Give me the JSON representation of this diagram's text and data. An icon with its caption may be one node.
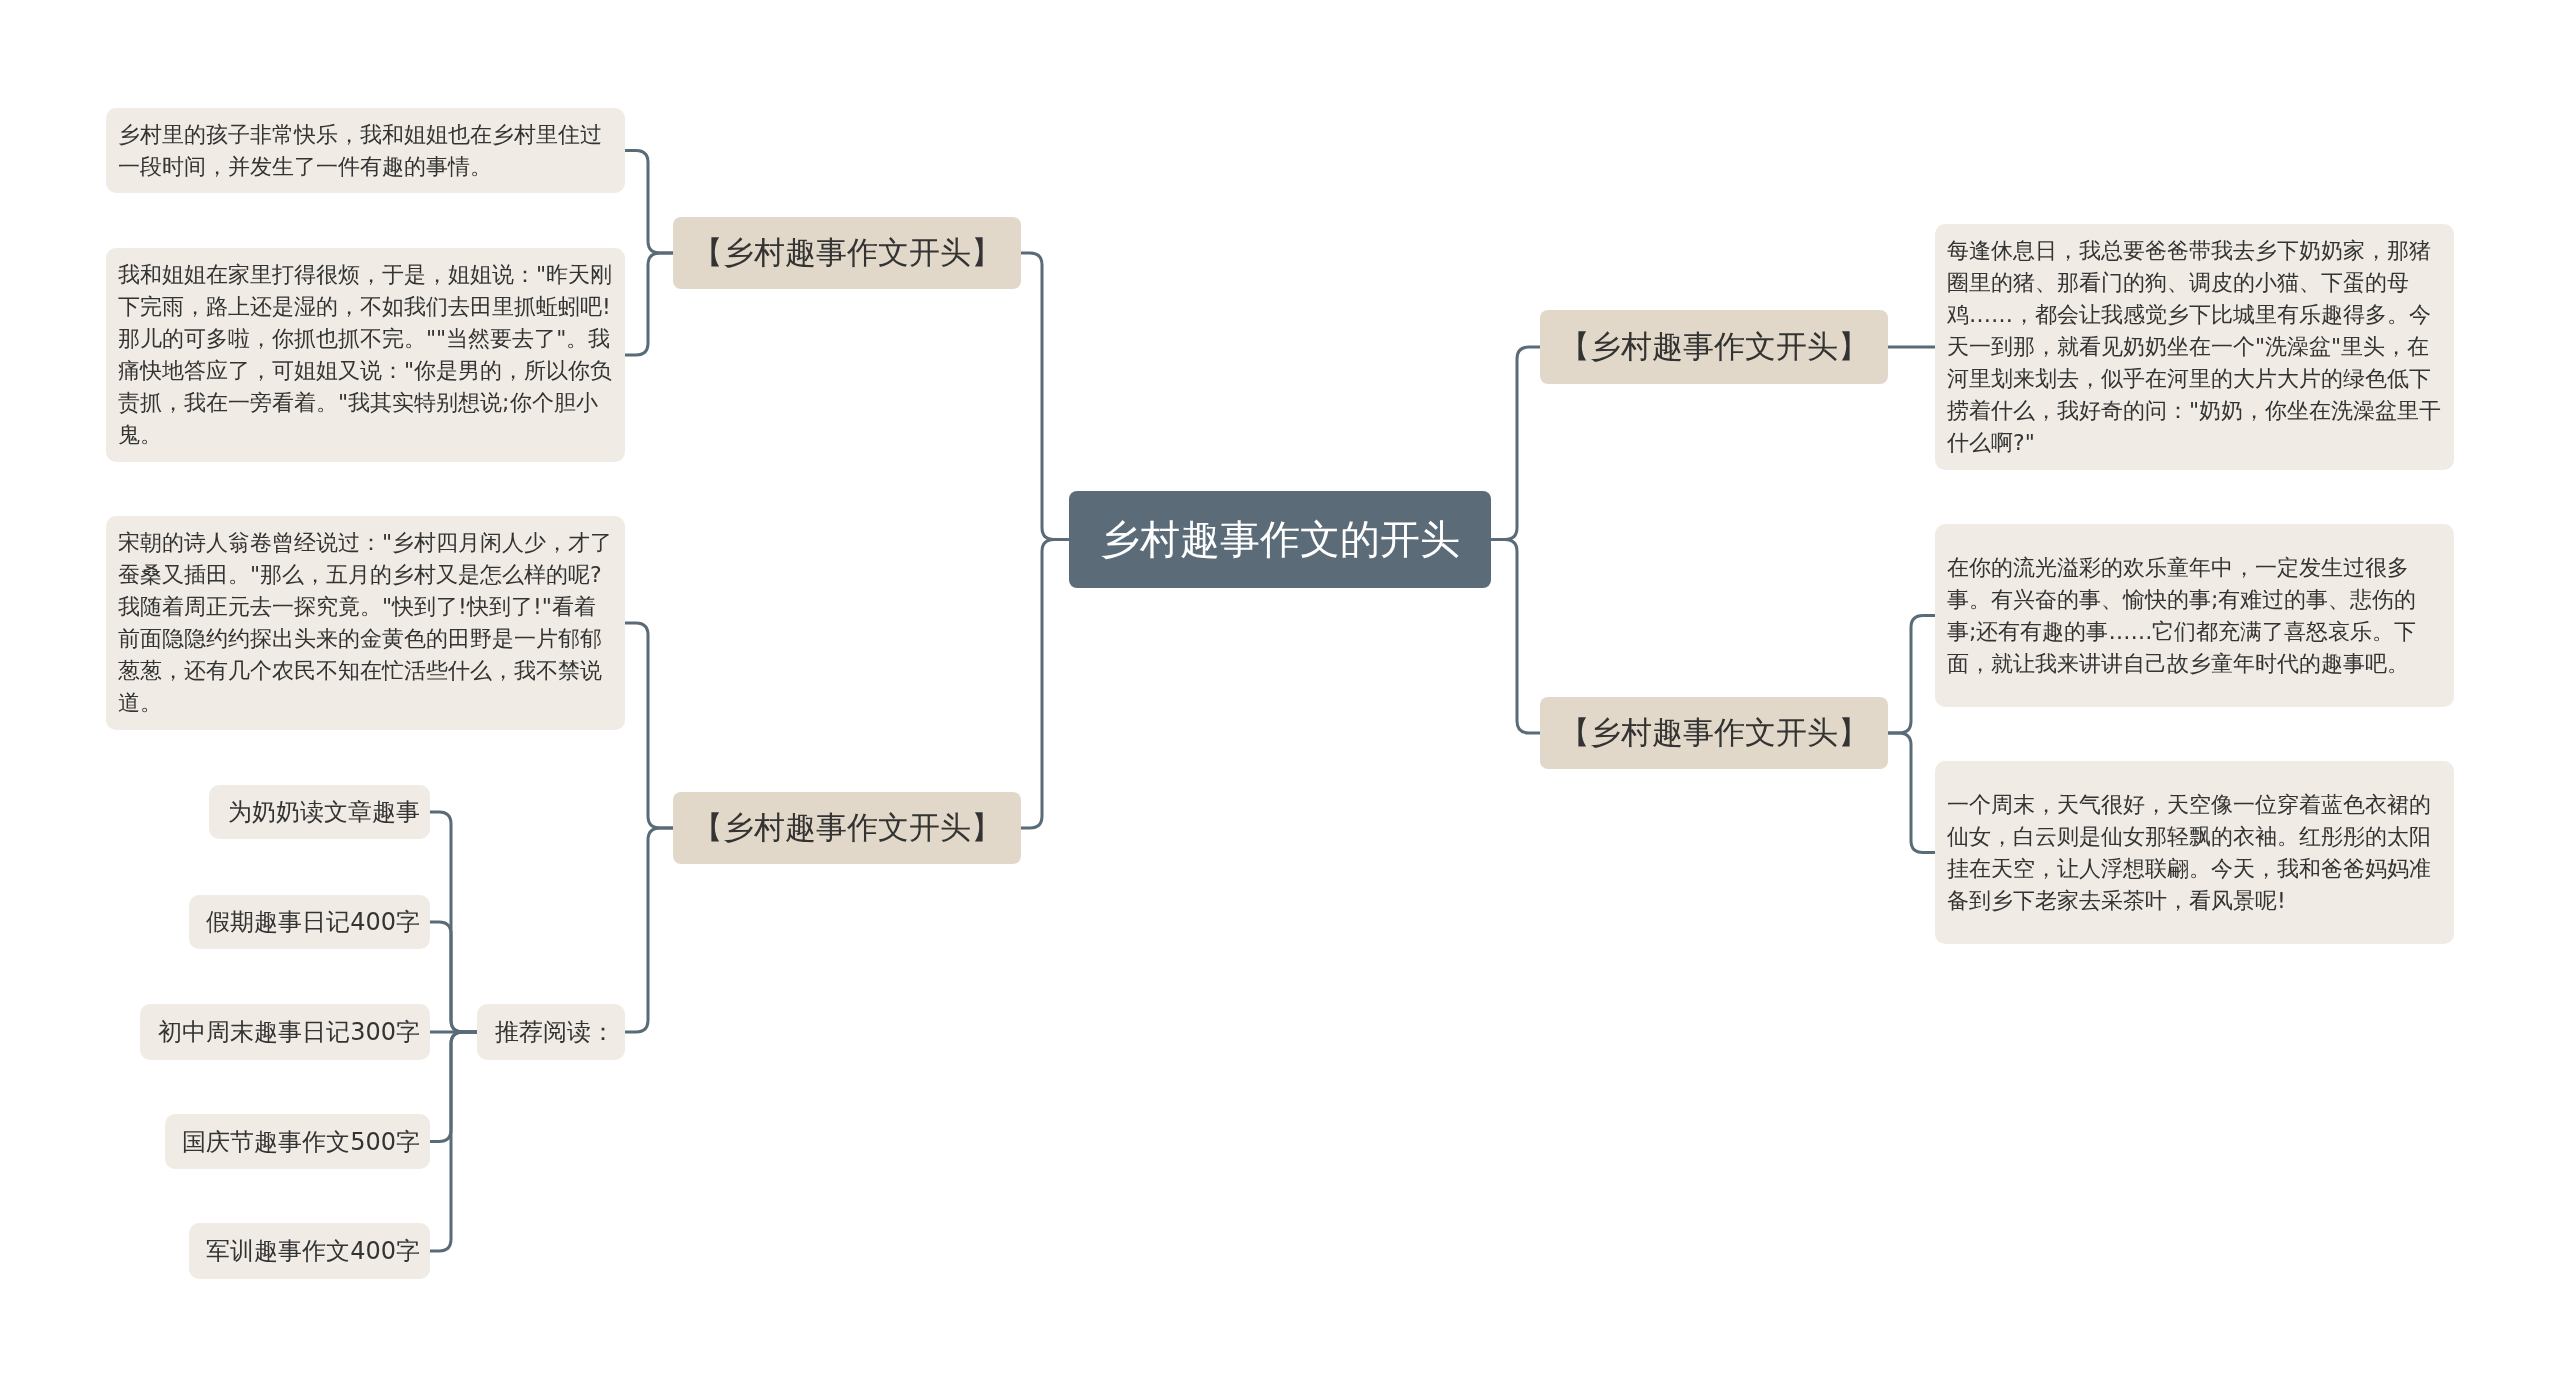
{
  "diagram": {
    "nodes": [
      {
        "text": [
          "乡村趣事作文的开头"
        ]
      },
      {
        "text": [
          "【乡村趣事作文开头】"
        ]
      },
      {
        "text": [
          "乡村里的孩子非常快乐，我和姐姐也在乡村里住过一段时间，并发生了一件有趣的事情。"
        ]
      },
      {
        "text": [
          "我和姐姐在家里打得很烦，于是，姐姐说：\"昨天刚下完雨，路上还是湿的，不如我们去田里抓蚯蚓吧!那儿的可多啦，你抓也抓不完。\"\"当然要去了\"。我痛快地答应了，可姐姐又说：\"你是男的，所以你负责抓，我在一旁看着。\"我其实特别想说;你个胆小鬼。"
        ]
      },
      {
        "text": [
          "【乡村趣事作文开头】"
        ]
      },
      {
        "text": [
          "宋朝的诗人翁卷曾经说过：\"乡村四月闲人少，才了蚕桑又插田。\"那么，五月的乡村又是怎么样的呢?我随着周正元去一探究竟。\"快到了!快到了!\"看着前面隐隐约约探出头来的金黄色的田野是一片郁郁葱葱，还有几个农民不知在忙活些什么，我不禁说道。"
        ]
      },
      {
        "text": [
          "推荐阅读："
        ]
      },
      {
        "text": [
          "为奶奶读文章趣事"
        ]
      },
      {
        "text": [
          "假期趣事日记400字"
        ]
      },
      {
        "text": [
          "初中周末趣事日记300字"
        ]
      },
      {
        "text": [
          "国庆节趣事作文500字"
        ]
      },
      {
        "text": [
          "军训趣事作文400字"
        ]
      },
      {
        "text": [
          "【乡村趣事作文开头】"
        ]
      },
      {
        "text": [
          "每逢休息日，我总要爸爸带我去乡下奶奶家，那猪圈里的猪、那看门的狗、调皮的小猫、下蛋的母鸡……，都会让我感觉乡下比城里有乐趣得多。今天一到那，就看见奶奶坐在一个\"洗澡盆\"里头，在河里划来划去，似乎在河里的大片大片的绿色低下捞着什么，我好奇的问：\"奶奶，你坐在洗澡盆里干什么啊?\""
        ]
      },
      {
        "text": [
          "【乡村趣事作文开头】"
        ]
      },
      {
        "text": [
          "在你的流光溢彩的欢乐童年中，一定发生过很多事。有兴奋的事、愉快的事;有难过的事、悲伤的事;还有有趣的事……它们都充满了喜怒哀乐。下面，就让我来讲讲自己故乡童年时代的趣事吧。"
        ]
      },
      {
        "text": [
          "一个周末，天气很好，天空像一位穿着蓝色衣裙的仙女，白云则是仙女那轻飘的衣袖。红彤彤的太阳挂在天空，让人浮想联翩。今天，我和爸爸妈妈准备到乡下老家去采茶叶，看风景呢!"
        ]
      }
    ],
    "edges": [
      {
        "from": 0,
        "to": 1,
        "arrow": "none"
      },
      {
        "from": 1,
        "to": 2,
        "arrow": "none"
      },
      {
        "from": 1,
        "to": 3,
        "arrow": "none"
      },
      {
        "from": 0,
        "to": 4,
        "arrow": "none"
      },
      {
        "from": 4,
        "to": 5,
        "arrow": "none"
      },
      {
        "from": 4,
        "to": 6,
        "arrow": "none"
      },
      {
        "from": 6,
        "to": 7,
        "arrow": "none"
      },
      {
        "from": 6,
        "to": 8,
        "arrow": "none"
      },
      {
        "from": 6,
        "to": 9,
        "arrow": "none"
      },
      {
        "from": 6,
        "to": 10,
        "arrow": "none"
      },
      {
        "from": 6,
        "to": 11,
        "arrow": "none"
      },
      {
        "from": 0,
        "to": 12,
        "arrow": "none"
      },
      {
        "from": 12,
        "to": 13,
        "arrow": "none"
      },
      {
        "from": 0,
        "to": 14,
        "arrow": "none"
      },
      {
        "from": 14,
        "to": 15,
        "arrow": "none"
      },
      {
        "from": 14,
        "to": 16,
        "arrow": "none"
      }
    ]
  }
}
